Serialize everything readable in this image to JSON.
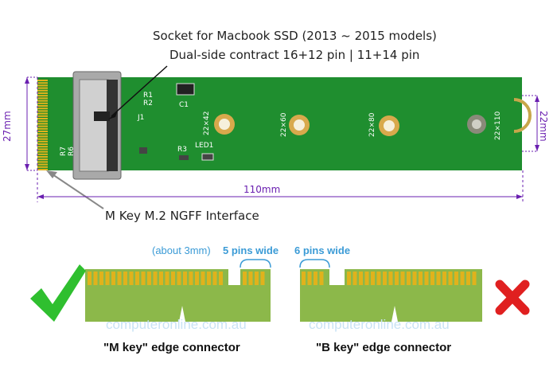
{
  "annotations": {
    "socket_line1": "Socket for Macbook SSD (2013 ~ 2015 models)",
    "socket_line2": "Dual-side contract 16+12 pin | 11+14 pin",
    "interface": "M Key M.2 NGFF Interface"
  },
  "dimensions": {
    "length": "110mm",
    "left_height": "27mm",
    "right_height": "22mm"
  },
  "board_silkscreen": {
    "hole_labels": [
      "22×42",
      "22×60",
      "22×80",
      "22×110"
    ],
    "components": [
      "C1",
      "J1",
      "R3",
      "LED1",
      "R1",
      "R2",
      "R7",
      "R6"
    ]
  },
  "connectors": {
    "m_key": {
      "caption": "\"M key\" edge connector",
      "gap_note": "(about 3mm)",
      "pins_note": "5 pins wide",
      "status": "check-icon"
    },
    "b_key": {
      "caption": "\"B key\" edge connector",
      "pins_note": "6 pins wide",
      "status": "cross-icon"
    }
  },
  "watermark": "computeronline.com.au",
  "colors": {
    "pcb_green": "#1f8a2e",
    "connector_green": "#8cb84a",
    "gold_pin": "#e0b21c",
    "check": "#2fbf2f",
    "cross": "#e02020",
    "dimension": "#6a1fb0",
    "note_blue": "#3b9bd6"
  }
}
